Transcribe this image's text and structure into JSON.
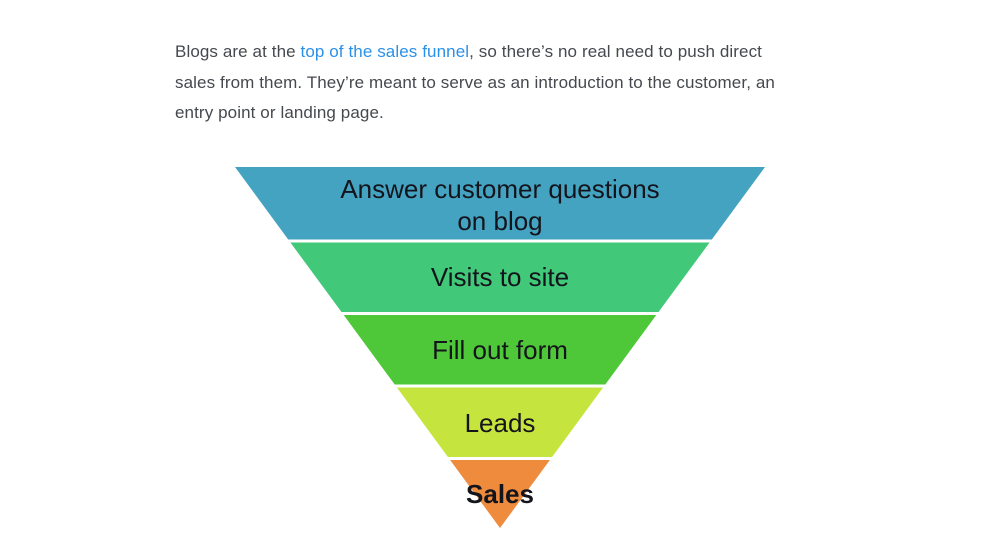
{
  "page": {
    "background": "#ffffff"
  },
  "paragraph": {
    "line1_pre": "Blogs are at the ",
    "line1_link": "top of the sales funnel",
    "line1_post": ", so there’s no real need to push direct",
    "line2": "sales from them. They’re meant to serve as an introduction to the customer, an",
    "line3": "entry point or landing page.",
    "text_color": "#45494e",
    "link_color": "#2b90e8"
  },
  "funnel": {
    "type": "funnel",
    "label_color": "#14141c",
    "levels": [
      {
        "lines": [
          "Answer customer questions",
          "on blog"
        ],
        "color": "#45a3c2"
      },
      {
        "lines": [
          "Visits to site"
        ],
        "color": "#41c878"
      },
      {
        "lines": [
          "Fill out form"
        ],
        "color": "#4ec839"
      },
      {
        "lines": [
          "Leads"
        ],
        "color": "#c5e53e"
      },
      {
        "lines": [
          "Sales"
        ],
        "color": "#ee8b3d"
      }
    ]
  }
}
